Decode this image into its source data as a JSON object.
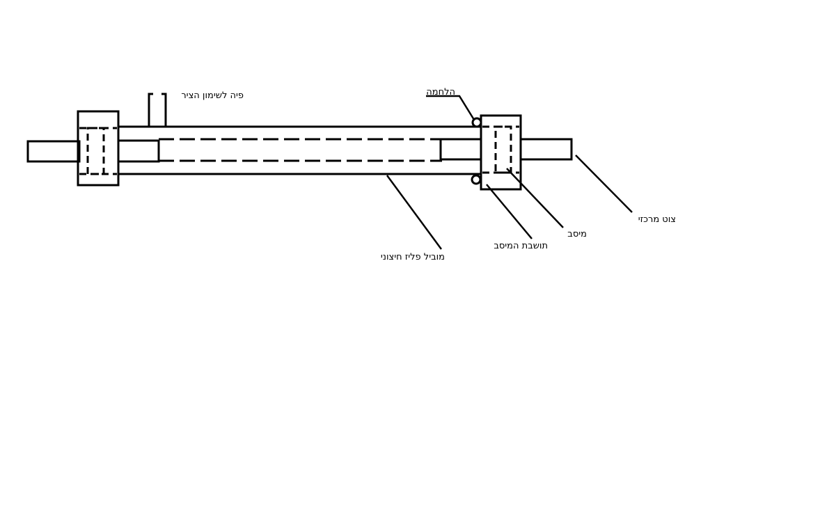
{
  "labels": {
    "nozzle": "פיה לשימון הציר",
    "weld": "הלחמה",
    "central_shaft": "צוט מרכזי",
    "bearing": "מיסב",
    "bearing_housing": "תושבת המיסב",
    "outer_tube": "מוביל פליז חיצוני"
  }
}
